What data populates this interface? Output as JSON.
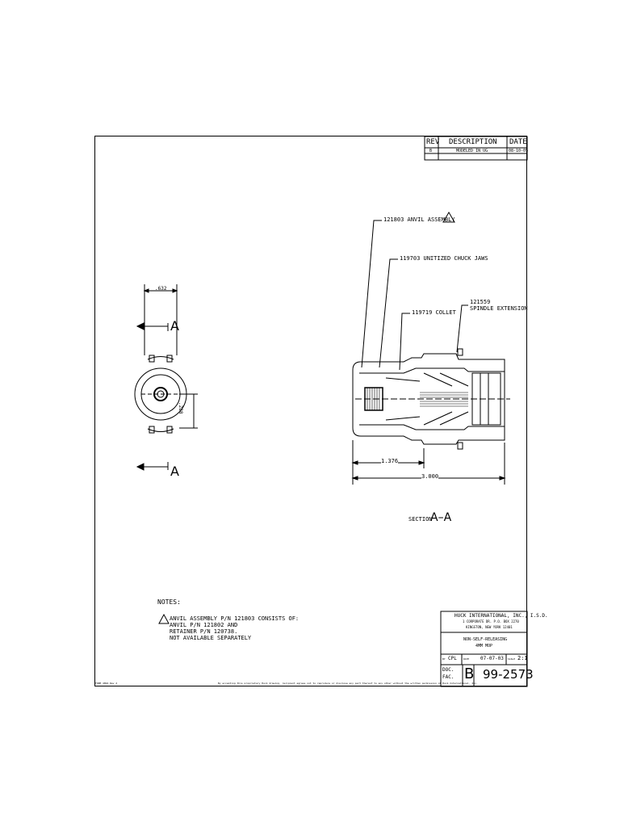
{
  "revision_block": {
    "headers": {
      "rev": "REV",
      "description": "DESCRIPTION",
      "date": "DATE"
    },
    "row": {
      "rev": "B",
      "description": "MODELED IN UG",
      "date": "08-10-05"
    }
  },
  "end_view": {
    "dim_width": ".632",
    "dim_height": ".288",
    "section_label_top": "A",
    "section_label_bottom": "A"
  },
  "callouts": {
    "anvil_assembly": "121803 ANVIL ASSEMBLY",
    "chuck_jaws": "119703 UNITIZED CHUCK JAWS",
    "collet": "119719 COLLET",
    "spindle_part": "121559",
    "spindle_name": "SPINDLE EXTENSION"
  },
  "dimensions": {
    "short": "1.376",
    "overall": "3.000"
  },
  "section_title": {
    "prefix": "SECTION",
    "letters": "A–A"
  },
  "notes": {
    "heading": "NOTES:",
    "lines": [
      "ANVIL ASSEMBLY P/N 121803 CONSISTS OF:",
      "ANVIL P/N 121802 AND",
      "RETAINER P/N 120738.",
      "NOT AVAILABLE SEPARATELY"
    ]
  },
  "title_block": {
    "company": "HUCK INTERNATIONAL, INC., I.S.D.",
    "address1": "1 CORPORATE DR. P.O. BOX 2270",
    "address2": "KINGSTON, NEW YORK 12401",
    "title1": "NON-SELF-RELEASING",
    "title2": "4MM MOP",
    "by_label": "BY",
    "by_value": "CPL",
    "date_label": "DATE",
    "date_value": "07-07-03",
    "scale_label": "SCALE",
    "scale_value": "2:1",
    "doc_label": "DOC.",
    "fac_label": "FAC.",
    "size": "B",
    "drawing_number": "99-2573"
  },
  "footer": {
    "form_number": "FORM 4894 Rev 2",
    "proprietary": "By accepting this proprietary Huck drawing, recipient agrees not to reproduce or disclose any part thereof to any other without the written permission of Huck International, Inc."
  }
}
